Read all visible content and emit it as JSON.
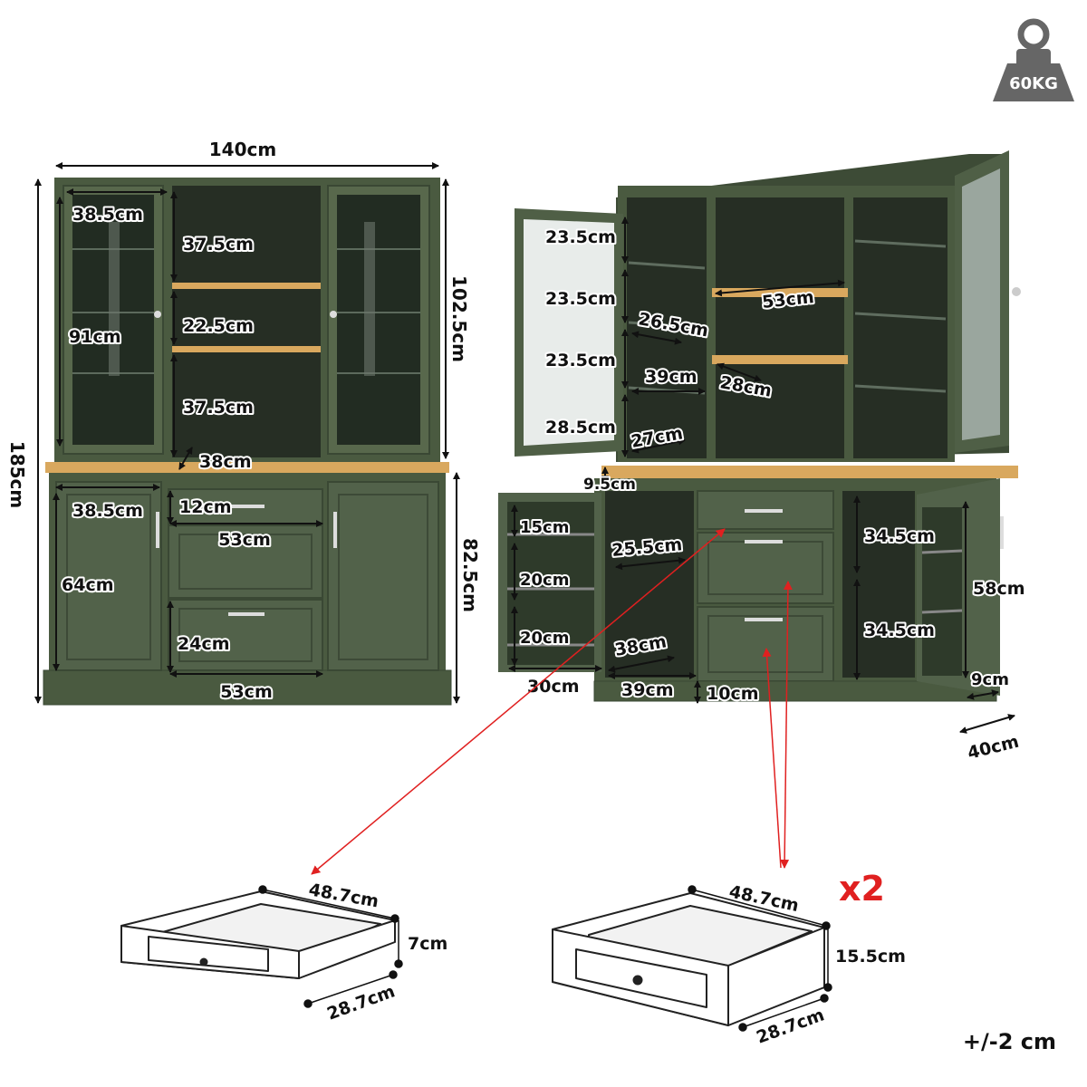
{
  "weight_badge": {
    "text": "60KG"
  },
  "tolerance": "+/-2 cm",
  "front": {
    "width": "140cm",
    "height": "185cm",
    "upper_height": "102.5cm",
    "lower_height": "82.5cm",
    "upper_door_width": "38.5cm",
    "upper_door_height": "91cm",
    "shelf_top_gap": "37.5cm",
    "shelf_mid_gap": "22.5cm",
    "shelf_bottom_gap": "37.5cm",
    "open_depth": "38cm",
    "lower_door_width": "38.5cm",
    "lower_door_height": "64cm",
    "top_drawer_height": "12cm",
    "top_drawer_width": "53cm",
    "bottom_drawer_height": "24cm",
    "bottom_drawer_width": "53cm"
  },
  "open": {
    "left_shelf_1": "23.5cm",
    "left_shelf_2": "23.5cm",
    "left_shelf_3": "23.5cm",
    "left_shelf_4": "28.5cm",
    "left_depth_1": "26.5cm",
    "left_width": "39cm",
    "left_depth_2": "27cm",
    "center_shelf_width": "53cm",
    "center_shelf_depth": "28cm",
    "overhang": "9.5cm",
    "door_rack_1": "15cm",
    "door_rack_2": "20cm",
    "door_rack_3": "20cm",
    "lower_shelf_depth": "25.5cm",
    "lower_depth": "38cm",
    "door_width": "30cm",
    "lower_width": "39cm",
    "plinth": "10cm",
    "right_upper": "34.5cm",
    "right_lower": "34.5cm",
    "right_door_rack": "58cm",
    "right_rack_depth": "9cm",
    "depth": "40cm"
  },
  "drawers": {
    "small": {
      "width": "48.7cm",
      "height": "7cm",
      "depth": "28.7cm"
    },
    "large": {
      "width": "48.7cm",
      "height": "15.5cm",
      "depth": "28.7cm",
      "quantity": "x2"
    }
  },
  "colors": {
    "cabinet": "#4a5a40",
    "cabinet_dark": "#2e3a2a",
    "wood": "#d9a85e",
    "arrow_red": "#e02020"
  }
}
